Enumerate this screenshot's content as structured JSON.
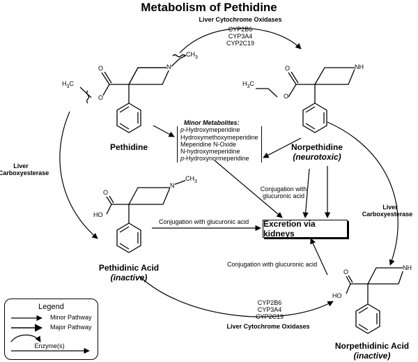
{
  "title": "Metabolism of Pethidine",
  "compounds": {
    "pethidine": "Pethidine",
    "norpethidine": "Norpethidine",
    "norpethidine_note": "(neurotoxic)",
    "pethidinic_acid": "Pethidinic Acid",
    "pethidinic_acid_note": "(inactive)",
    "norpethidinic_acid": "Norpethidinic Acid",
    "norpethidinic_acid_note": "(inactive)"
  },
  "atoms": {
    "N": "N",
    "NH": "NH",
    "O": "O",
    "HO": "HO",
    "CH3": "CH",
    "H3C": "H",
    "sub3": "3",
    "C": "C"
  },
  "enzymes": {
    "top_header": "Liver Cytochrome Oxidases",
    "top_list": [
      "CYP2B6",
      "CYP3A4",
      "CYP2C19"
    ],
    "bottom_header": "Liver Cytochrome Oxidases",
    "bottom_list": [
      "CYP2B6",
      "CYP3A4",
      "CYP2C19"
    ],
    "left_1": "Liver",
    "left_2": "Carboxyesterase",
    "right_1": "Liver",
    "right_2": "Carboxyesterase"
  },
  "minor_metabolites": {
    "header": "Minor Metabolites:",
    "items": [
      {
        "prefix": "p",
        "text": "-Hydroxymeperidine"
      },
      {
        "prefix": "",
        "text": "Hydroxymethoxymeperidine"
      },
      {
        "prefix": "",
        "text": "Meperidine N-Oxide"
      },
      {
        "prefix": "",
        "text": "N-hydroxymeperidine"
      },
      {
        "prefix": "p",
        "text": "-Hydroxynormeperidine"
      }
    ]
  },
  "conjugation": {
    "norpethidine_1": "Conjugation with",
    "norpethidine_2": "glucuronic acid",
    "pethidinic": "Conjugation with glucuronic acid",
    "norpethidinic": "Conjugation with glucuronic acid"
  },
  "excretion": "Excretion via kidneys",
  "legend": {
    "title": "Legend",
    "minor": "Minor Pathway",
    "major": "Major Pathway",
    "enzyme": "Enzyme(s)"
  }
}
